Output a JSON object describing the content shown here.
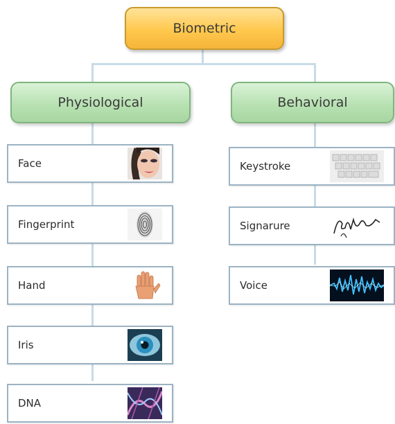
{
  "root": {
    "label": "Biometric"
  },
  "categories": {
    "physiological": {
      "label": "Physiological",
      "items": [
        {
          "label": "Face",
          "icon": "face-icon"
        },
        {
          "label": "Fingerprint",
          "icon": "fingerprint-icon"
        },
        {
          "label": "Hand",
          "icon": "hand-icon"
        },
        {
          "label": "Iris",
          "icon": "iris-icon"
        },
        {
          "label": "DNA",
          "icon": "dna-icon"
        }
      ]
    },
    "behavioral": {
      "label": "Behavioral",
      "items": [
        {
          "label": "Keystroke",
          "icon": "keyboard-icon"
        },
        {
          "label": "Signarure",
          "icon": "signature-icon"
        },
        {
          "label": "Voice",
          "icon": "voice-waveform-icon"
        }
      ]
    }
  },
  "colors": {
    "root_fill": "#ffc84d",
    "category_fill": "#b6e0b0",
    "leaf_border": "#9bb3c4",
    "connector": "#c8dbe6"
  }
}
